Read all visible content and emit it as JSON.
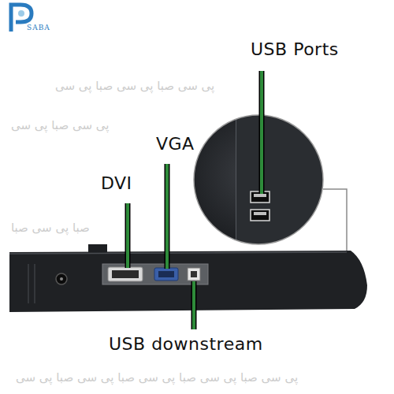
{
  "diagram": {
    "labels": [
      "SABA",
      "USB Ports",
      "VGA",
      "DVI",
      "USB downstream",
      "پی سی صبا پی سی صبا پی سی",
      "پی سی صبا پی سی",
      "صبا پی سی صبا",
      "پی سی صبا پی سی صبا پی سی صبا پی سی صبا پی سی"
    ]
  }
}
